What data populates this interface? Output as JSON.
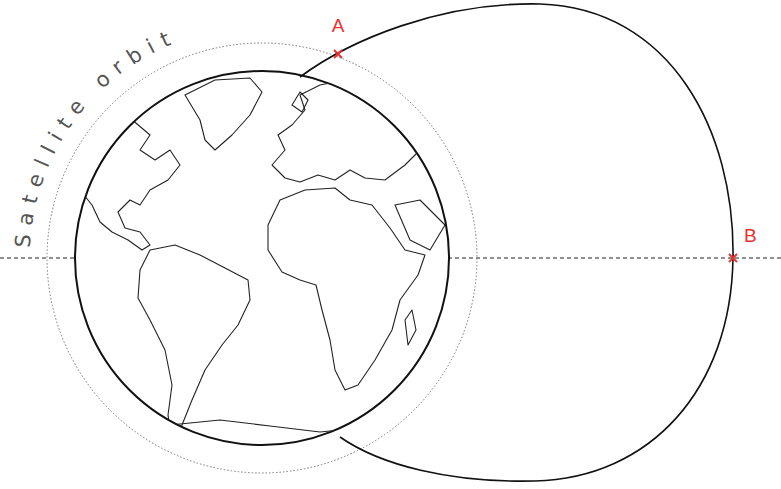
{
  "diagram": {
    "labels": [
      "Satellite orbit",
      "A",
      "B"
    ]
  }
}
